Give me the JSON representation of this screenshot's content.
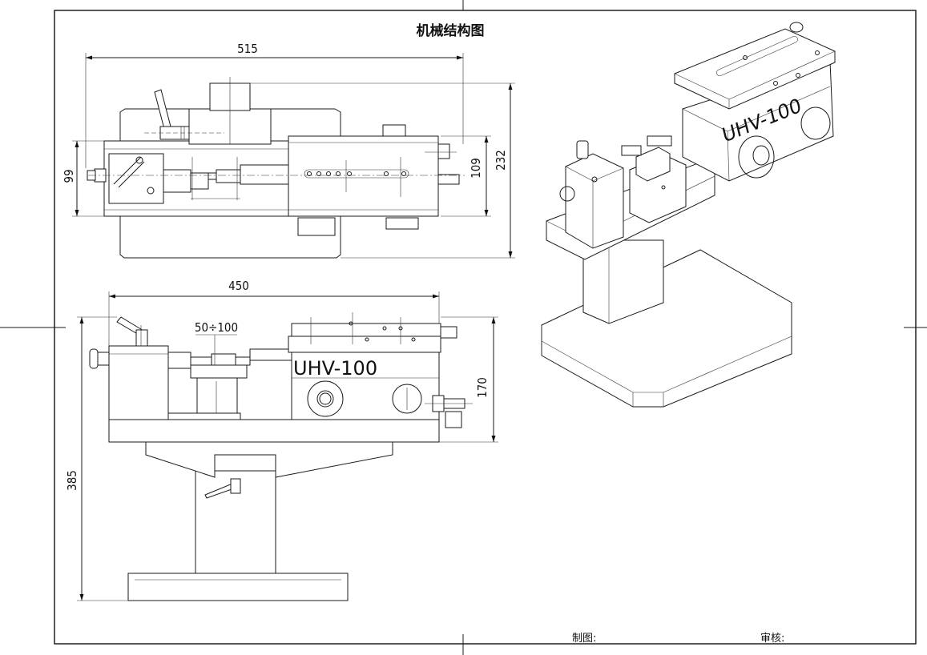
{
  "title": "机械结构图",
  "model_label": "UHV-100",
  "top_view": {
    "dim_width": "515",
    "dim_left_height": "99",
    "dim_inner_height": "109",
    "dim_total_height": "232"
  },
  "front_view": {
    "dim_width": "450",
    "dim_range": "50÷100",
    "dim_right_height": "170",
    "dim_total_height": "385"
  },
  "footer": {
    "drawn_by_label": "制图:",
    "checked_by_label": "审核:"
  }
}
